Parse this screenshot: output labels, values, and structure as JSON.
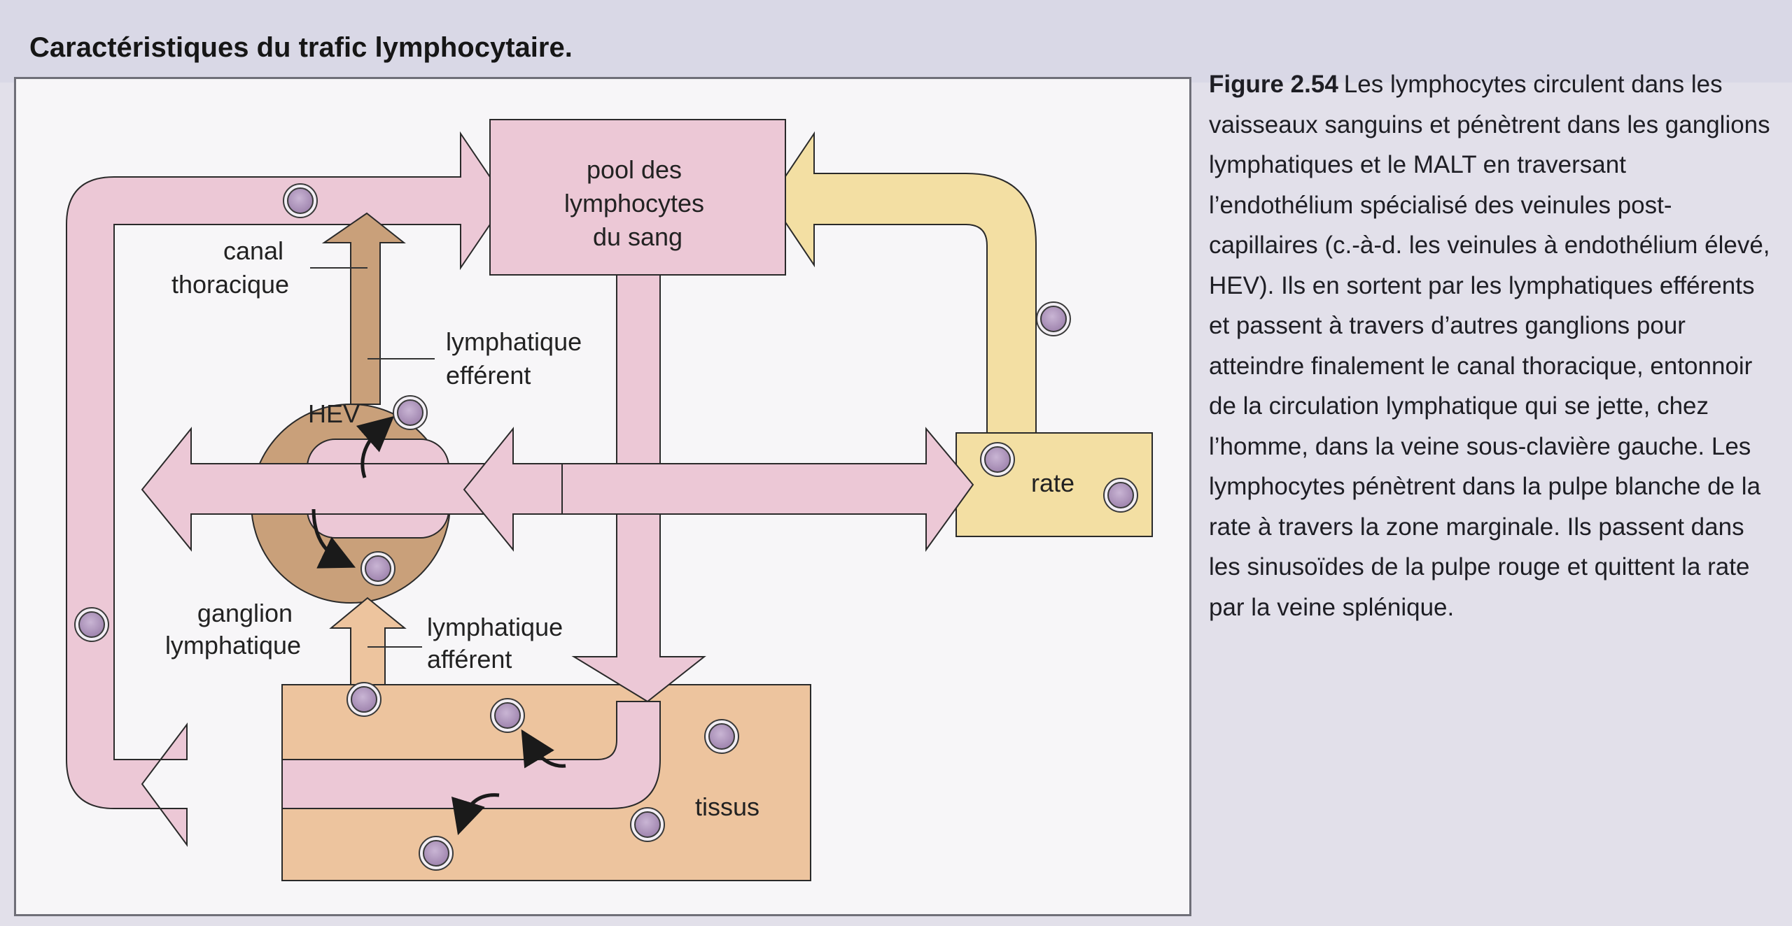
{
  "title": "Caractéristiques du trafic lymphocytaire.",
  "caption": {
    "label": "Figure 2.54",
    "text": "Les lymphocytes circulent dans les vaisseaux sanguins et pénètrent dans les ganglions lymphatiques et le MALT en traversant l’endothélium spécialisé des veinules post-capillaires (c.-à-d. les veinules à endothélium élevé, HEV). Ils en sortent par les lymphatiques efférents et passent à travers d’autres ganglions pour atteindre finalement le canal thoracique, entonnoir de la circulation lymphatique qui se jette, chez l’homme, dans la veine sous-clavière gauche. Les lymphocytes pénètrent dans la pulpe blanche de la rate à travers la zone marginale. Ils passent dans les sinusoïdes de la pulpe rouge et quittent la rate par la veine splénique."
  },
  "diagram": {
    "blood_pool": [
      "pool des",
      "lymphocytes",
      "du sang"
    ],
    "thoracic_duct": [
      "canal",
      "thoracique"
    ],
    "efferent_lymphatic": [
      "lymphatique",
      "efférent"
    ],
    "hev": "HEV",
    "lymph_node": [
      "ganglion",
      "lymphatique"
    ],
    "afferent_lymphatic": [
      "lymphatique",
      "afférent"
    ],
    "spleen": "rate",
    "tissues": "tissus"
  },
  "colors": {
    "blood_pink": "#ecc8d6",
    "lymph_tan": "#c9a07a",
    "tissue_peach": "#edc49e",
    "spleen_yellow": "#f3dfa3",
    "cell_fill": "#b49ac0"
  }
}
